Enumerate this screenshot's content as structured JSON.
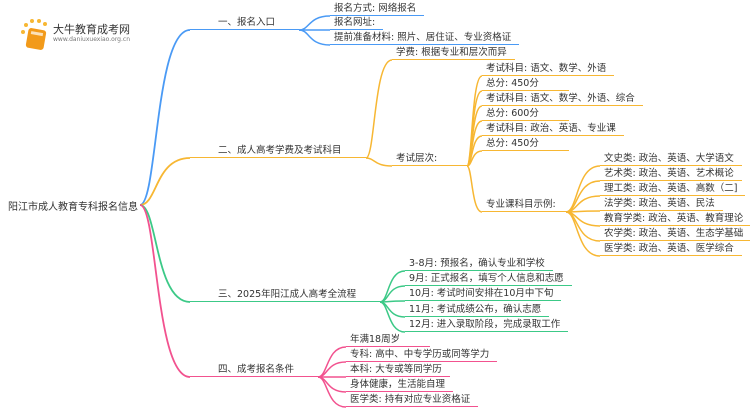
{
  "logo": {
    "name": "大牛教育成考网",
    "url": "www.daniuxuexiao.org.cn"
  },
  "root": "阳江市成人教育专科报名信息",
  "colors": {
    "b1": "#4a9af5",
    "b2": "#f7b733",
    "b3": "#3cc987",
    "b4": "#f2528f"
  },
  "b1": {
    "label": "一、报名入口",
    "items": [
      "报名方式: 网络报名",
      "报名网址:",
      "提前准备材料: 照片、居住证、专业资格证"
    ]
  },
  "b2": {
    "label": "二、成人高考学费及考试科目",
    "fee": "学费: 根据专业和层次而异",
    "levels": {
      "label": "考试层次:",
      "items": [
        "考试科目: 语文、数学、外语",
        "总分: 450分",
        "考试科目: 语文、数学、外语、综合",
        "总分: 600分",
        "考试科目: 政治、英语、专业课",
        "总分: 450分"
      ]
    },
    "examples": {
      "label": "专业课科目示例:",
      "items": [
        "文史类: 政治、英语、大学语文",
        "艺术类: 政治、英语、艺术概论",
        "理工类: 政治、英语、高数（二]",
        "法学类: 政治、英语、民法",
        "教育学类: 政治、英语、教育理论",
        "农学类: 政治、英语、生态学基础",
        "医学类: 政治、英语、医学综合"
      ]
    }
  },
  "b3": {
    "label": "三、2025年阳江成人高考全流程",
    "items": [
      "3-8月: 预报名，确认专业和学校",
      "9月: 正式报名，填写个人信息和志愿",
      "10月: 考试时间安排在10月中下旬",
      "11月: 考试成绩公布，确认志愿",
      "12月: 进入录取阶段，完成录取工作"
    ]
  },
  "b4": {
    "label": "四、成考报名条件",
    "items": [
      "年满18周岁",
      "专科: 高中、中专学历或同等学力",
      "本科: 大专或等同学历",
      "身体健康，生活能自理",
      "医学类: 持有对应专业资格证"
    ]
  }
}
